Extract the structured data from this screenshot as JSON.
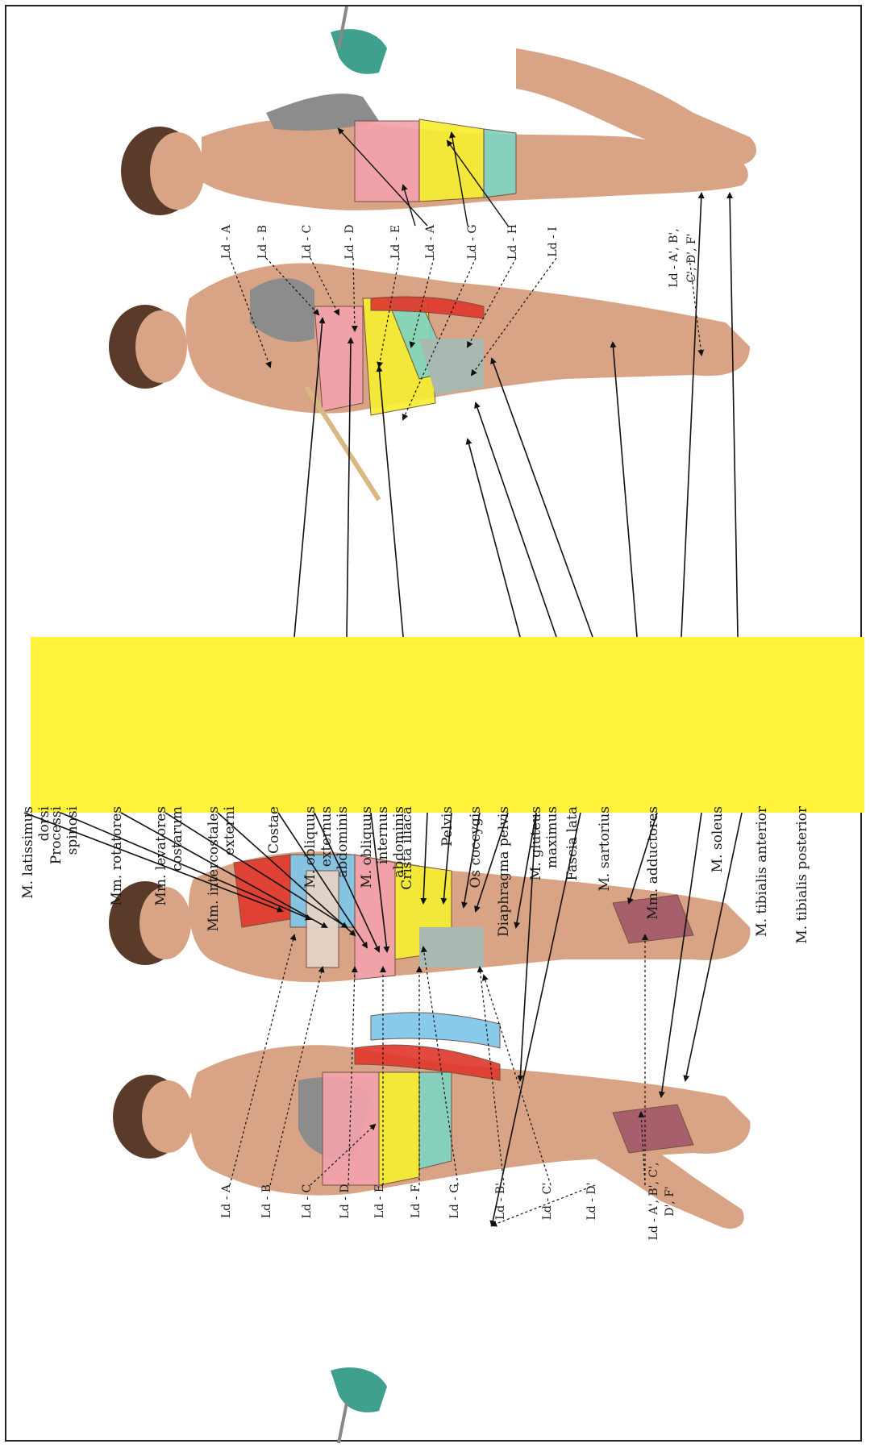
{
  "title": "",
  "band_color": "#fff23a",
  "colors": {
    "skin": "#d9a486",
    "skin_shade": "#b57c61",
    "hair": "#5a3a28",
    "bikini": "#8c8c8c",
    "pink": "#f2a2ab",
    "yellow": "#f6ee33",
    "teal": "#7fd3c2",
    "red": "#e03a2f",
    "blue": "#7ec6e8",
    "beige": "#e7d4c4",
    "muscle_dark": "#a35a6a",
    "grip": "#3fa08e",
    "stick": "#d9b884"
  },
  "muscle_labels": [
    [
      "M. latissimus",
      "dorsi"
    ],
    [
      "Processi",
      "spinosi"
    ],
    [
      "Mm. rotatores"
    ],
    [
      "Mm. levatores",
      "costarum"
    ],
    [
      "Mm. intercostales",
      "externi"
    ],
    [
      "Costae"
    ],
    [
      "M. obliquus",
      "externus",
      "abdominis"
    ],
    [
      "M. obliquus",
      "internus",
      "abdominis"
    ],
    [
      "Crista iliaca"
    ],
    [
      "Pelvis"
    ],
    [
      "Os coccygis"
    ],
    [
      "Diaphragma pelvis"
    ],
    [
      "M. gluteus",
      "maximus"
    ],
    [
      "Fascia lata"
    ],
    [
      "M. sartorius"
    ],
    [
      "Mm. adductores"
    ],
    [
      "M. soleus"
    ],
    [
      "M. tibialis anterior"
    ],
    [
      "M. tibialis posterior"
    ]
  ],
  "ld_top": [
    "Ld - A",
    "Ld - B",
    "Ld - C",
    "Ld - D",
    "Ld - E",
    "Ld - A",
    "Ld - G",
    "Ld - H",
    "Ld - I"
  ],
  "ld_top_foot": [
    "Ld - A', B',",
    "C', D', F'"
  ],
  "ld_bottom": [
    "Ld - A",
    "Ld - B",
    "Ld - C",
    "Ld - D",
    "Ld - E",
    "Ld - F",
    "Ld - G",
    "Ld - B'",
    "Ld - C'",
    "Ld - D'"
  ],
  "ld_bottom_foot": [
    "Ld - A', B', C',",
    "D', F'"
  ]
}
